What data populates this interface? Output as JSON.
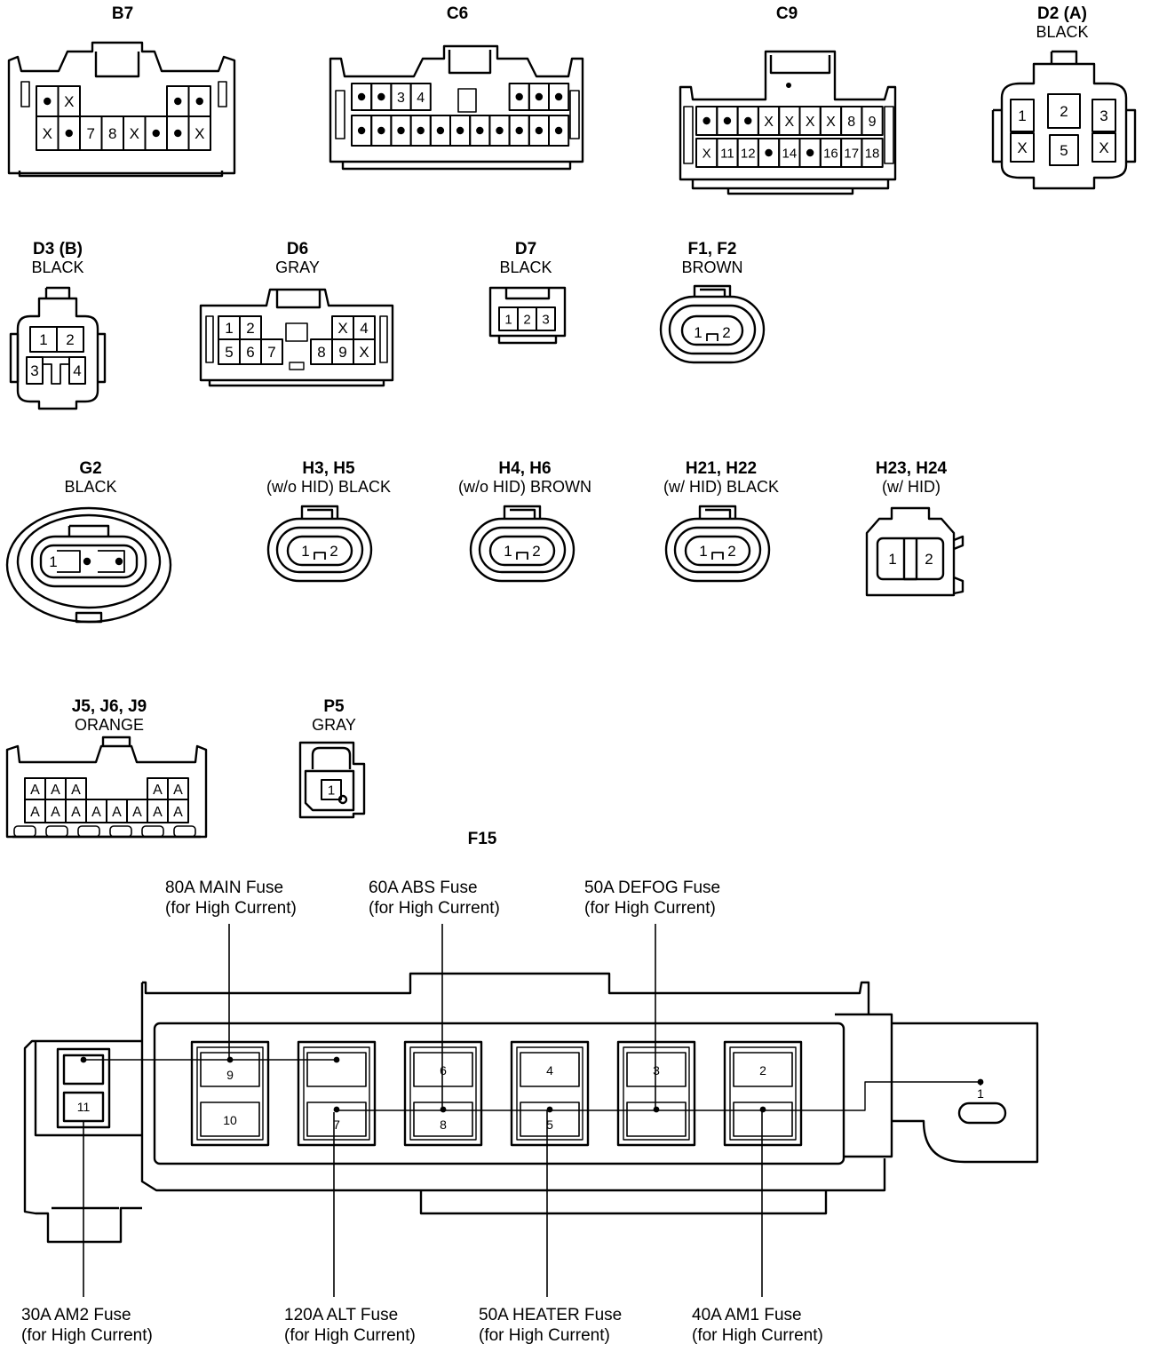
{
  "connectors": {
    "B7": {
      "id": "B7",
      "color": "",
      "pins": {
        "r1": [
          "•",
          "X",
          "",
          "",
          "",
          "",
          "•",
          "•"
        ],
        "r2": [
          "X",
          "•",
          "7",
          "8",
          "X",
          "•",
          "•",
          "X"
        ]
      }
    },
    "C6": {
      "id": "C6",
      "color": "",
      "pins": {
        "r1": [
          "•",
          "•",
          "3",
          "4",
          "",
          "",
          "•",
          "•",
          "•"
        ],
        "r2": [
          "•",
          "•",
          "•",
          "•",
          "•",
          "•",
          "•",
          "•",
          "•",
          "•",
          "•"
        ]
      }
    },
    "C9": {
      "id": "C9",
      "color": "",
      "pins": {
        "r1": [
          "•",
          "•",
          "•",
          "X",
          "X",
          "X",
          "X",
          "8",
          "9"
        ],
        "r2": [
          "X",
          "11",
          "12",
          "•",
          "14",
          "•",
          "16",
          "17",
          "18"
        ]
      }
    },
    "D2": {
      "id": "D2 (A)",
      "color": "BLACK",
      "pins": [
        "1",
        "2",
        "3",
        "X",
        "5",
        "X"
      ]
    },
    "D3": {
      "id": "D3 (B)",
      "color": "BLACK",
      "pins": [
        "1",
        "2",
        "3",
        "4"
      ]
    },
    "D6": {
      "id": "D6",
      "color": "GRAY",
      "pins": [
        "1",
        "2",
        "X",
        "4",
        "5",
        "6",
        "7",
        "8",
        "9",
        "X"
      ]
    },
    "D7": {
      "id": "D7",
      "color": "BLACK",
      "pins": [
        "1",
        "2",
        "3"
      ]
    },
    "F1F2": {
      "id": "F1, F2",
      "color": "BROWN",
      "pins": [
        "1",
        "2"
      ]
    },
    "G2": {
      "id": "G2",
      "color": "BLACK",
      "pins": [
        "1",
        "•",
        "•"
      ]
    },
    "H3H5": {
      "id": "H3, H5",
      "color": "(w/o HID)  BLACK",
      "pins": [
        "1",
        "2"
      ]
    },
    "H4H6": {
      "id": "H4, H6",
      "color": "(w/o HID)  BROWN",
      "pins": [
        "1",
        "2"
      ]
    },
    "H21H22": {
      "id": "H21, H22",
      "color": "(w/ HID)  BLACK",
      "pins": [
        "1",
        "2"
      ]
    },
    "H23H24": {
      "id": "H23, H24",
      "color": "(w/ HID)",
      "pins": [
        "1",
        "2"
      ]
    },
    "J5J6J9": {
      "id": "J5, J6, J9",
      "color": "ORANGE",
      "pins": {
        "r1": [
          "A",
          "A",
          "A",
          "A",
          "A"
        ],
        "r2": [
          "A",
          "A",
          "A",
          "A",
          "A",
          "A",
          "A",
          "A"
        ]
      }
    },
    "P5": {
      "id": "P5",
      "color": "GRAY",
      "pins": [
        "1"
      ]
    }
  },
  "fusebox": {
    "id": "F15",
    "terminals": [
      "1",
      "2",
      "3",
      "4",
      "5",
      "6",
      "7",
      "8",
      "9",
      "10",
      "11"
    ],
    "callouts": {
      "main": {
        "line1": "80A MAIN Fuse",
        "line2": "(for High Current)"
      },
      "abs": {
        "line1": "60A ABS Fuse",
        "line2": "(for High Current)"
      },
      "defog": {
        "line1": "50A DEFOG Fuse",
        "line2": "(for High Current)"
      },
      "am2": {
        "line1": "30A AM2 Fuse",
        "line2": "(for High Current)"
      },
      "alt": {
        "line1": "120A ALT Fuse",
        "line2": "(for High Current)"
      },
      "heater": {
        "line1": "50A HEATER Fuse",
        "line2": "(for High Current)"
      },
      "am1": {
        "line1": "40A AM1 Fuse",
        "line2": "(for High Current)"
      }
    }
  }
}
